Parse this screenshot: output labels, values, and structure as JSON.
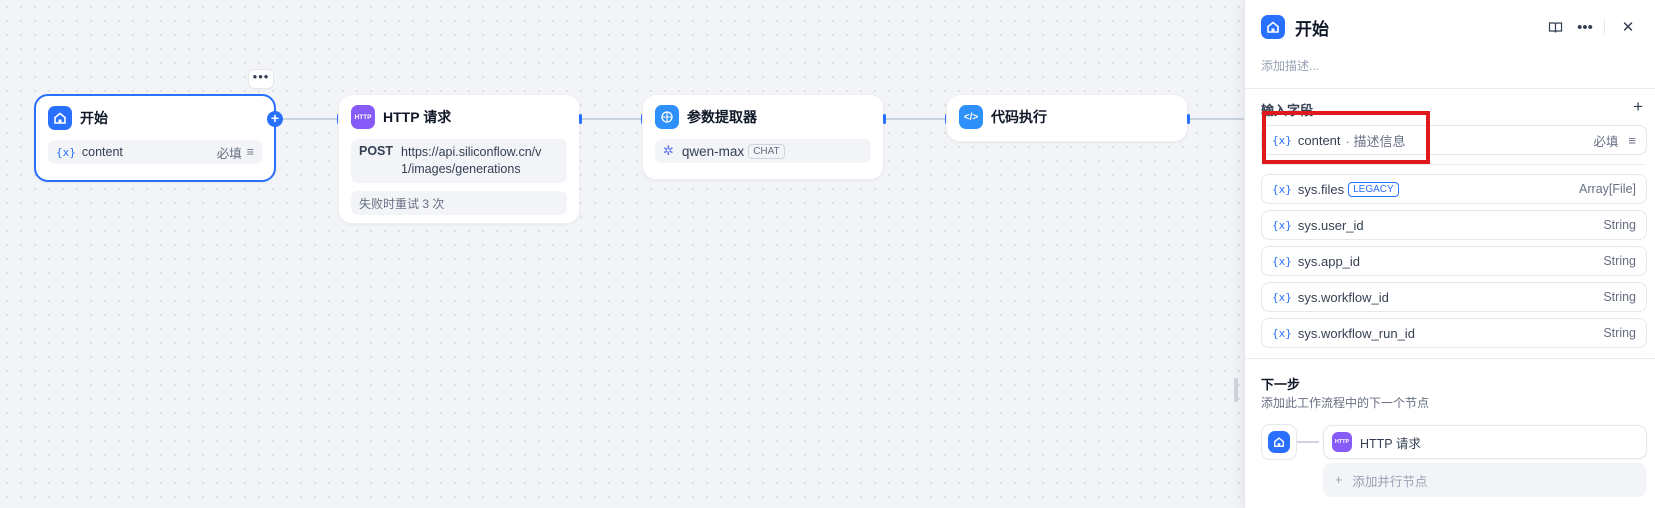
{
  "canvas": {
    "start_node": {
      "title": "开始",
      "var_icon": "{x}",
      "var_name": "content",
      "required": "必填",
      "more": "•••",
      "plus": "+"
    },
    "http_node": {
      "title": "HTTP 请求",
      "icon_text": "HTTP",
      "method": "POST",
      "url_line1": "https://api.siliconflow.cn/v",
      "url_line2": "1/images/generations",
      "retry": "失败时重试 3 次"
    },
    "param_node": {
      "title": "参数提取器",
      "model": "qwen-max",
      "model_badge": "CHAT"
    },
    "code_node": {
      "title": "代码执行"
    }
  },
  "panel": {
    "title": "开始",
    "description_placeholder": "添加描述...",
    "input_section_title": "输入字段",
    "fields": [
      {
        "icon": "{x}",
        "name": "content",
        "desc": "· 描述信息",
        "type": "必填",
        "badge": ""
      },
      {
        "icon": "{x}",
        "name": "sys.files",
        "desc": "",
        "type": "Array[File]",
        "badge": "LEGACY"
      },
      {
        "icon": "{x}",
        "name": "sys.user_id",
        "desc": "",
        "type": "String",
        "badge": ""
      },
      {
        "icon": "{x}",
        "name": "sys.app_id",
        "desc": "",
        "type": "String",
        "badge": ""
      },
      {
        "icon": "{x}",
        "name": "sys.workflow_id",
        "desc": "",
        "type": "String",
        "badge": ""
      },
      {
        "icon": "{x}",
        "name": "sys.workflow_run_id",
        "desc": "",
        "type": "String",
        "badge": ""
      }
    ],
    "next_step": {
      "title": "下一步",
      "subtitle": "添加此工作流程中的下一个节点",
      "next_node_label": "HTTP 请求",
      "next_node_icon_text": "HTTP",
      "add_parallel": "添加并行节点"
    }
  },
  "colors": {
    "accent": "#2970ff",
    "http": "#875bf7",
    "highlight": "#e0191e"
  },
  "icons": [
    "home-icon",
    "http-icon",
    "param-extractor-icon",
    "code-icon",
    "book-icon",
    "more-icon",
    "close-icon",
    "add-icon",
    "menu-lines-icon",
    "model-icon"
  ]
}
